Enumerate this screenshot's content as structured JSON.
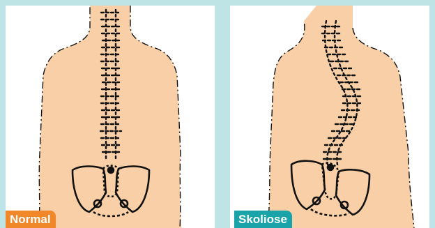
{
  "colors": {
    "frame": "#BFE4E6",
    "panel": "#FFFFFF",
    "skin": "#F8CFA6",
    "bone_line": "#111111",
    "normal_tag": "#F0882A",
    "scoliosis_tag": "#1AA3A8"
  },
  "panels": [
    {
      "label": "Normal",
      "kind": "normal-spine-back-view"
    },
    {
      "label": "Skoliose",
      "kind": "scoliosis-spine-back-view"
    }
  ]
}
